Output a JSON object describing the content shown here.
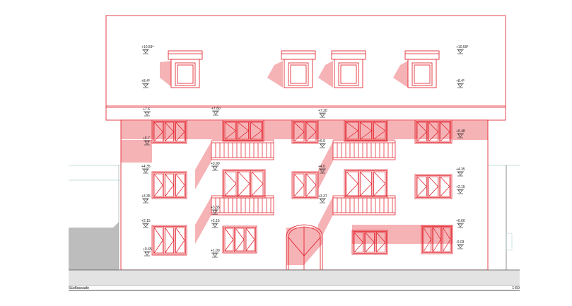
{
  "colors": {
    "line": "#e0141e",
    "shadow": "#f6b3b6",
    "ground": "#d9d9d9",
    "neighbour": "#bdbdbd",
    "ink": "#222222"
  },
  "footer": {
    "view_label": "Südfassade",
    "scale_label": "1:50"
  },
  "levels": [
    {
      "label": "+10.59",
      "sup": "4"
    },
    {
      "label": "+10.59",
      "sup": "4"
    },
    {
      "label": "+8.4",
      "sup": "6"
    },
    {
      "label": "+8.4",
      "sup": "6"
    },
    {
      "label": "+7.6",
      "sup": ""
    },
    {
      "label": "+7.60",
      "sup": ""
    },
    {
      "label": "+7.20",
      "sup": ""
    },
    {
      "label": "+6.7",
      "sup": ""
    },
    {
      "label": "+6.0",
      "sup": ""
    },
    {
      "label": "+6.48",
      "sup": ""
    },
    {
      "label": "+4.35",
      "sup": ""
    },
    {
      "label": "+3.90",
      "sup": ""
    },
    {
      "label": "+4.0",
      "sup": ""
    },
    {
      "label": "+4.35",
      "sup": ""
    },
    {
      "label": "+3.35",
      "sup": ""
    },
    {
      "label": "+3.35",
      "sup": ""
    },
    {
      "label": "+3.37",
      "sup": ""
    },
    {
      "label": "+2.15",
      "sup": ""
    },
    {
      "label": "+2.15",
      "sup": ""
    },
    {
      "label": "+2.15",
      "sup": ""
    },
    {
      "label": "+0.60",
      "sup": ""
    },
    {
      "label": "+0.65",
      "sup": ""
    },
    {
      "label": "+1.00",
      "sup": ""
    },
    {
      "label": "-0.03",
      "sup": ""
    }
  ]
}
